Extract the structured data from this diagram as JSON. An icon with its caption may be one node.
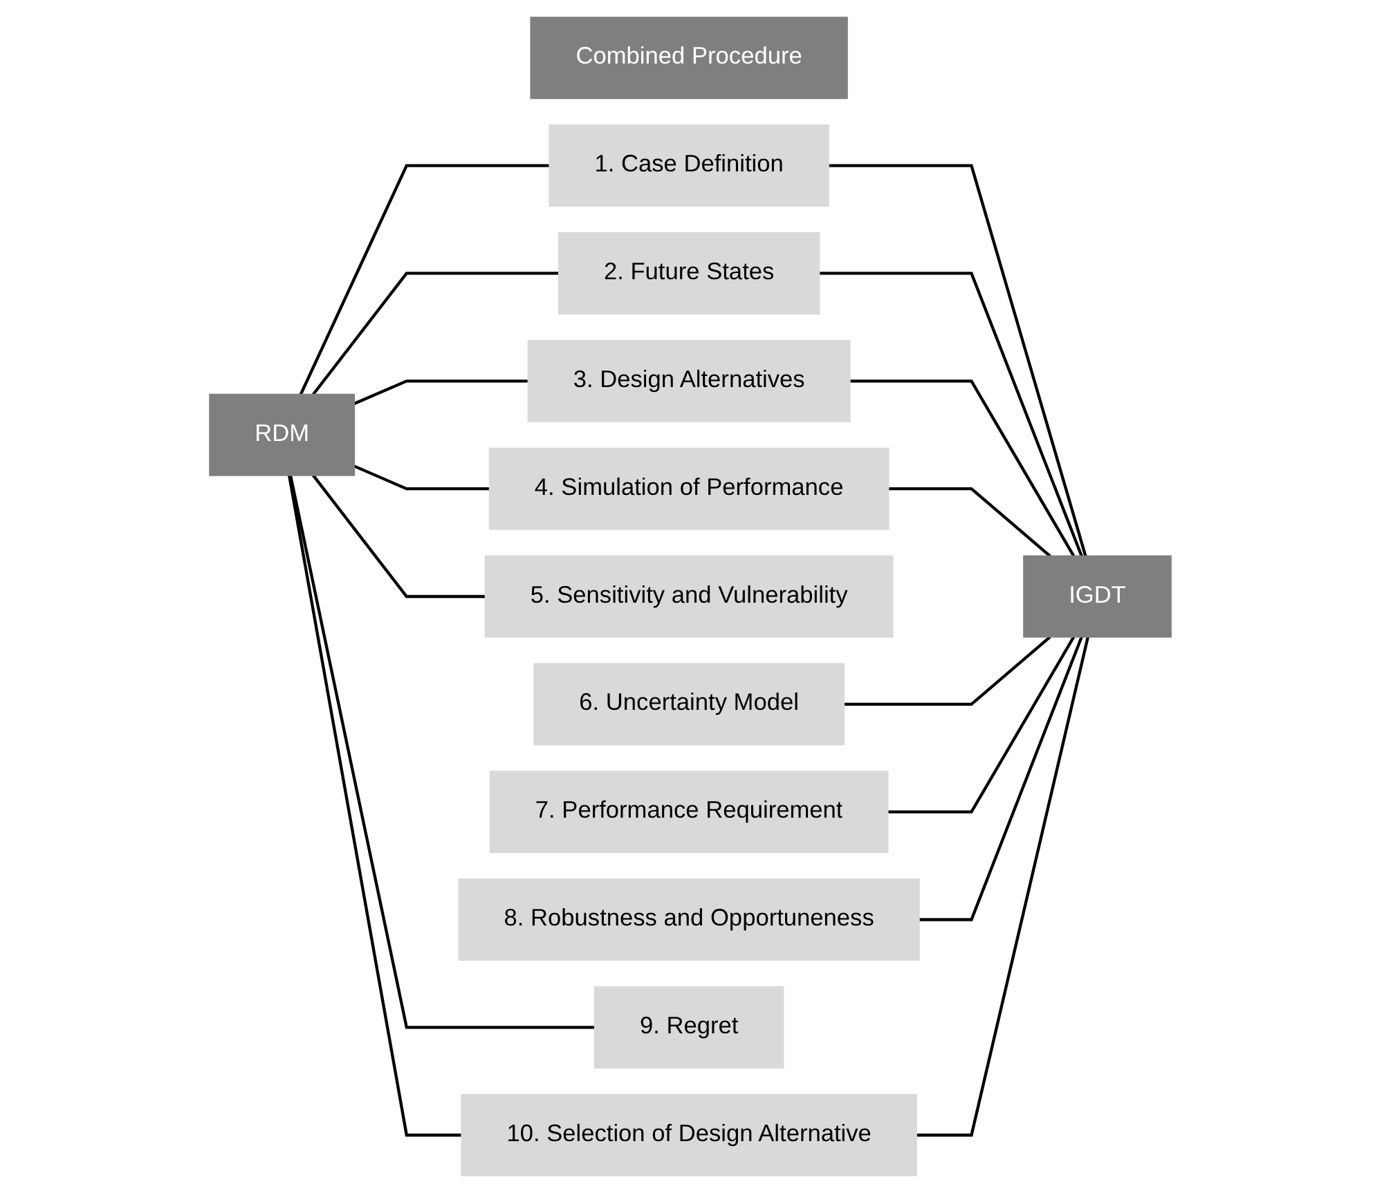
{
  "diagram": {
    "nodes": [
      {
        "text": [
          "Combined Procedure"
        ]
      },
      {
        "text": [
          "RDM"
        ]
      },
      {
        "text": [
          "1. Case Definition"
        ]
      },
      {
        "text": [
          "IGDT"
        ]
      },
      {
        "text": [
          "2. Future States"
        ]
      },
      {
        "text": [
          "3. Design Alternatives"
        ]
      },
      {
        "text": [
          "4. Simulation of Performance"
        ]
      },
      {
        "text": [
          "5. Sensitivity and Vulnerability"
        ]
      },
      {
        "text": [
          "6. Uncertainty Model"
        ]
      },
      {
        "text": [
          "7. Performance Requirement"
        ]
      },
      {
        "text": [
          "8. Robustness and Opportuneness"
        ]
      },
      {
        "text": [
          "9. Regret"
        ]
      },
      {
        "text": [
          "10. Selection of Design Alternative"
        ]
      }
    ],
    "edges": [
      {
        "from": 1,
        "to": 2,
        "arrow": "none"
      },
      {
        "from": 1,
        "to": 4,
        "arrow": "none"
      },
      {
        "from": 1,
        "to": 5,
        "arrow": "none"
      },
      {
        "from": 1,
        "to": 6,
        "arrow": "none"
      },
      {
        "from": 1,
        "to": 7,
        "arrow": "none"
      },
      {
        "from": 1,
        "to": 11,
        "arrow": "none"
      },
      {
        "from": 1,
        "to": 12,
        "arrow": "none"
      },
      {
        "from": 2,
        "to": 3,
        "arrow": "none"
      },
      {
        "from": 4,
        "to": 3,
        "arrow": "none"
      },
      {
        "from": 5,
        "to": 3,
        "arrow": "none"
      },
      {
        "from": 6,
        "to": 3,
        "arrow": "none"
      },
      {
        "from": 8,
        "to": 3,
        "arrow": "none"
      },
      {
        "from": 9,
        "to": 3,
        "arrow": "none"
      },
      {
        "from": 10,
        "to": 3,
        "arrow": "none"
      },
      {
        "from": 12,
        "to": 3,
        "arrow": "none"
      }
    ]
  }
}
